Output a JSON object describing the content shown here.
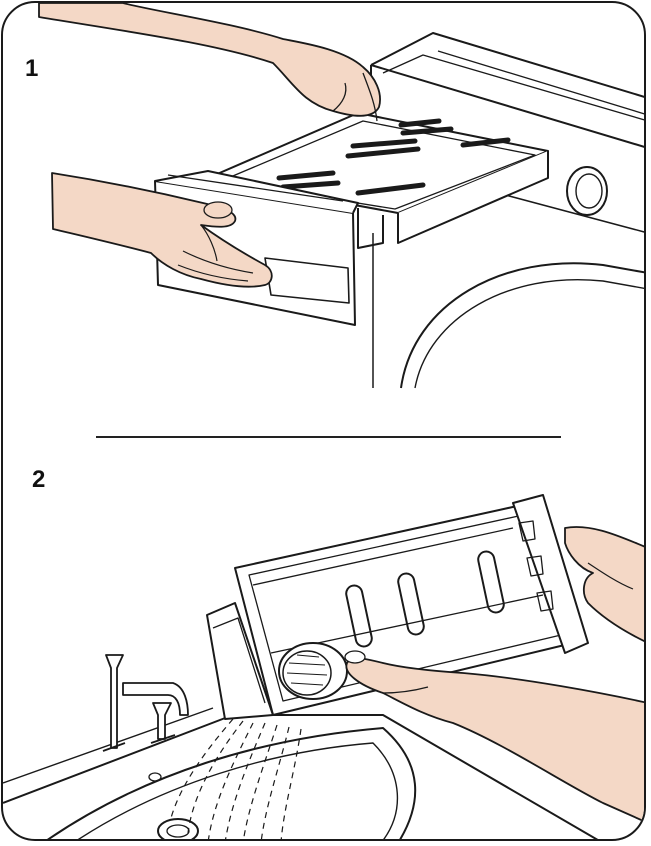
{
  "steps": [
    {
      "number": "1"
    },
    {
      "number": "2"
    }
  ],
  "colors": {
    "line": "#1a1a1a",
    "skin": "#f4d8c6",
    "background": "#ffffff"
  },
  "icons": [
    "washing-machine-illustration",
    "detergent-drawer-illustration",
    "hand-illustration",
    "faucet-illustration",
    "sink-illustration",
    "water-stream-illustration"
  ]
}
